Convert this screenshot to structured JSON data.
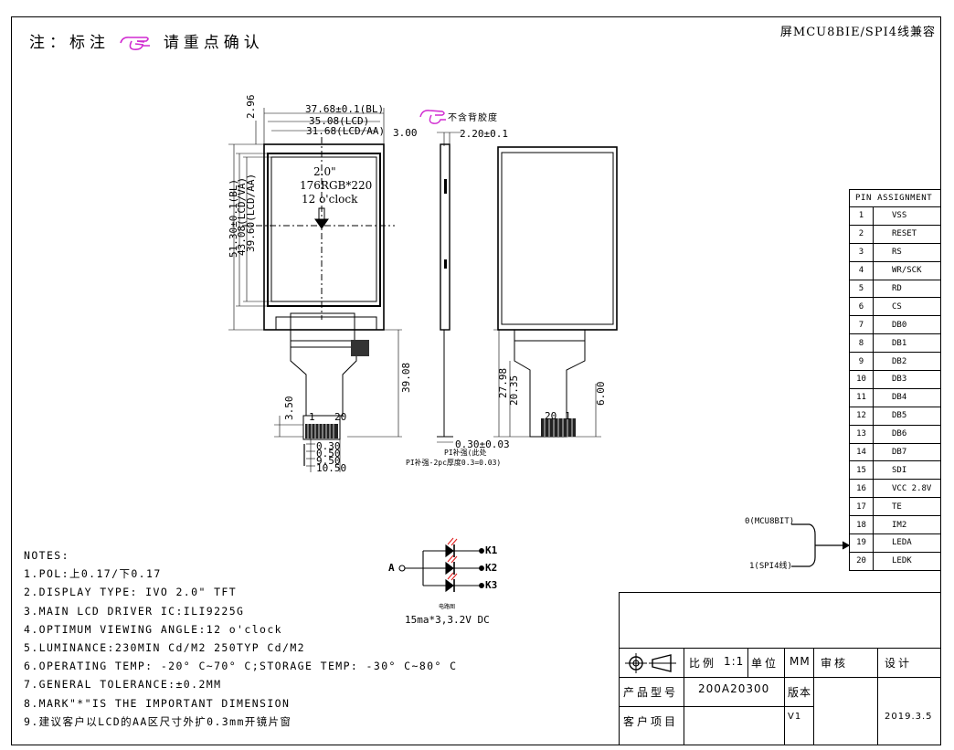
{
  "header": {
    "note_prefix": "注：标注",
    "note_suffix": "请重点确认",
    "compat_text": "屏MCU8BIE/SPI4线兼容"
  },
  "drawing": {
    "front": {
      "size_line1": "2.0\"",
      "size_line2": "176RGB*220",
      "size_line3": "12 o'clock",
      "dim_bl": "37.68±0.1(BL)",
      "dim_lcd": "35.08(LCD)",
      "dim_aa": "31.68(LCD/AA)",
      "dim_top": "3.00",
      "dim_top_offset": "2.96",
      "dim_height_bl": "51.30±0.1(BL)",
      "dim_height_lcd": "43.08(LCD/VA)",
      "dim_height_aa": "39.60(LCD/AA)",
      "dim_fpc": "39.08",
      "dim_pad": "3.50",
      "pin1": "1",
      "pin20": "20",
      "pitch_1": "0.30",
      "pitch_2": "0.50",
      "pitch_3": "9.50",
      "pitch_4": "10.50"
    },
    "side": {
      "callout": "不含背胶度",
      "thickness": "2.20±0.1",
      "stiffener_thick": "0.30±0.03",
      "stiffener_note1": "PI补强(此处",
      "stiffener_note2": "PI补强-2pc厚度0.3=0.03)"
    },
    "back": {
      "dim_a": "27.98",
      "dim_b": "20.35",
      "dim_c": "6.00",
      "pin20": "20",
      "pin1": "1"
    }
  },
  "circuit": {
    "anode": "A",
    "k1": "K1",
    "k2": "K2",
    "k3": "K3",
    "caption": "电路图",
    "spec": "15ma*3,3.2V DC"
  },
  "mode_select": {
    "mcu": "0(MCU8BIT)",
    "spi": "1(SPI4线)"
  },
  "pin_table": {
    "title": "PIN ASSIGNMENT",
    "pins": [
      {
        "n": "1",
        "s": "VSS"
      },
      {
        "n": "2",
        "s": "RESET"
      },
      {
        "n": "3",
        "s": "RS"
      },
      {
        "n": "4",
        "s": "WR/SCK"
      },
      {
        "n": "5",
        "s": "RD"
      },
      {
        "n": "6",
        "s": "CS"
      },
      {
        "n": "7",
        "s": "DB0"
      },
      {
        "n": "8",
        "s": "DB1"
      },
      {
        "n": "9",
        "s": "DB2"
      },
      {
        "n": "10",
        "s": "DB3"
      },
      {
        "n": "11",
        "s": "DB4"
      },
      {
        "n": "12",
        "s": "DB5"
      },
      {
        "n": "13",
        "s": "DB6"
      },
      {
        "n": "14",
        "s": "DB7"
      },
      {
        "n": "15",
        "s": "SDI"
      },
      {
        "n": "16",
        "s": "VCC 2.8V"
      },
      {
        "n": "17",
        "s": "TE"
      },
      {
        "n": "18",
        "s": "IM2"
      },
      {
        "n": "19",
        "s": "LEDA"
      },
      {
        "n": "20",
        "s": "LEDK"
      }
    ]
  },
  "notes": {
    "title": "NOTES:",
    "items": [
      "1.POL:上0.17/下0.17",
      "2.DISPLAY TYPE:  IVO 2.0\" TFT",
      "3.MAIN LCD DRIVER IC:ILI9225G",
      "4.OPTIMUM VIEWING ANGLE:12 o'clock",
      "5.LUMINANCE:230MIN Cd/M2 250TYP Cd/M2",
      "6.OPERATING TEMP: -20° C~70° C;STORAGE TEMP: -30° C~80° C",
      "7.GENERAL TOLERANCE:±0.2MM",
      "8.MARK\"*\"IS THE IMPORTANT DIMENSION",
      "9.建议客户以LCD的AA区尺寸外扩0.3mm开镜片窗"
    ]
  },
  "title_block": {
    "scale_label": "比例",
    "scale_value": "1:1",
    "unit_label": "单位",
    "unit_value": "MM",
    "review_label": "审核",
    "design_label": "设计",
    "model_label": "产品型号",
    "model_value": "200A20300",
    "version_label": "版本",
    "version_value": "V1",
    "customer_label": "客户项目",
    "date_value": "2019.3.5"
  },
  "colors": {
    "callout_hand": "#d02ad0",
    "led_mark": "#e02020",
    "line": "#000000"
  }
}
